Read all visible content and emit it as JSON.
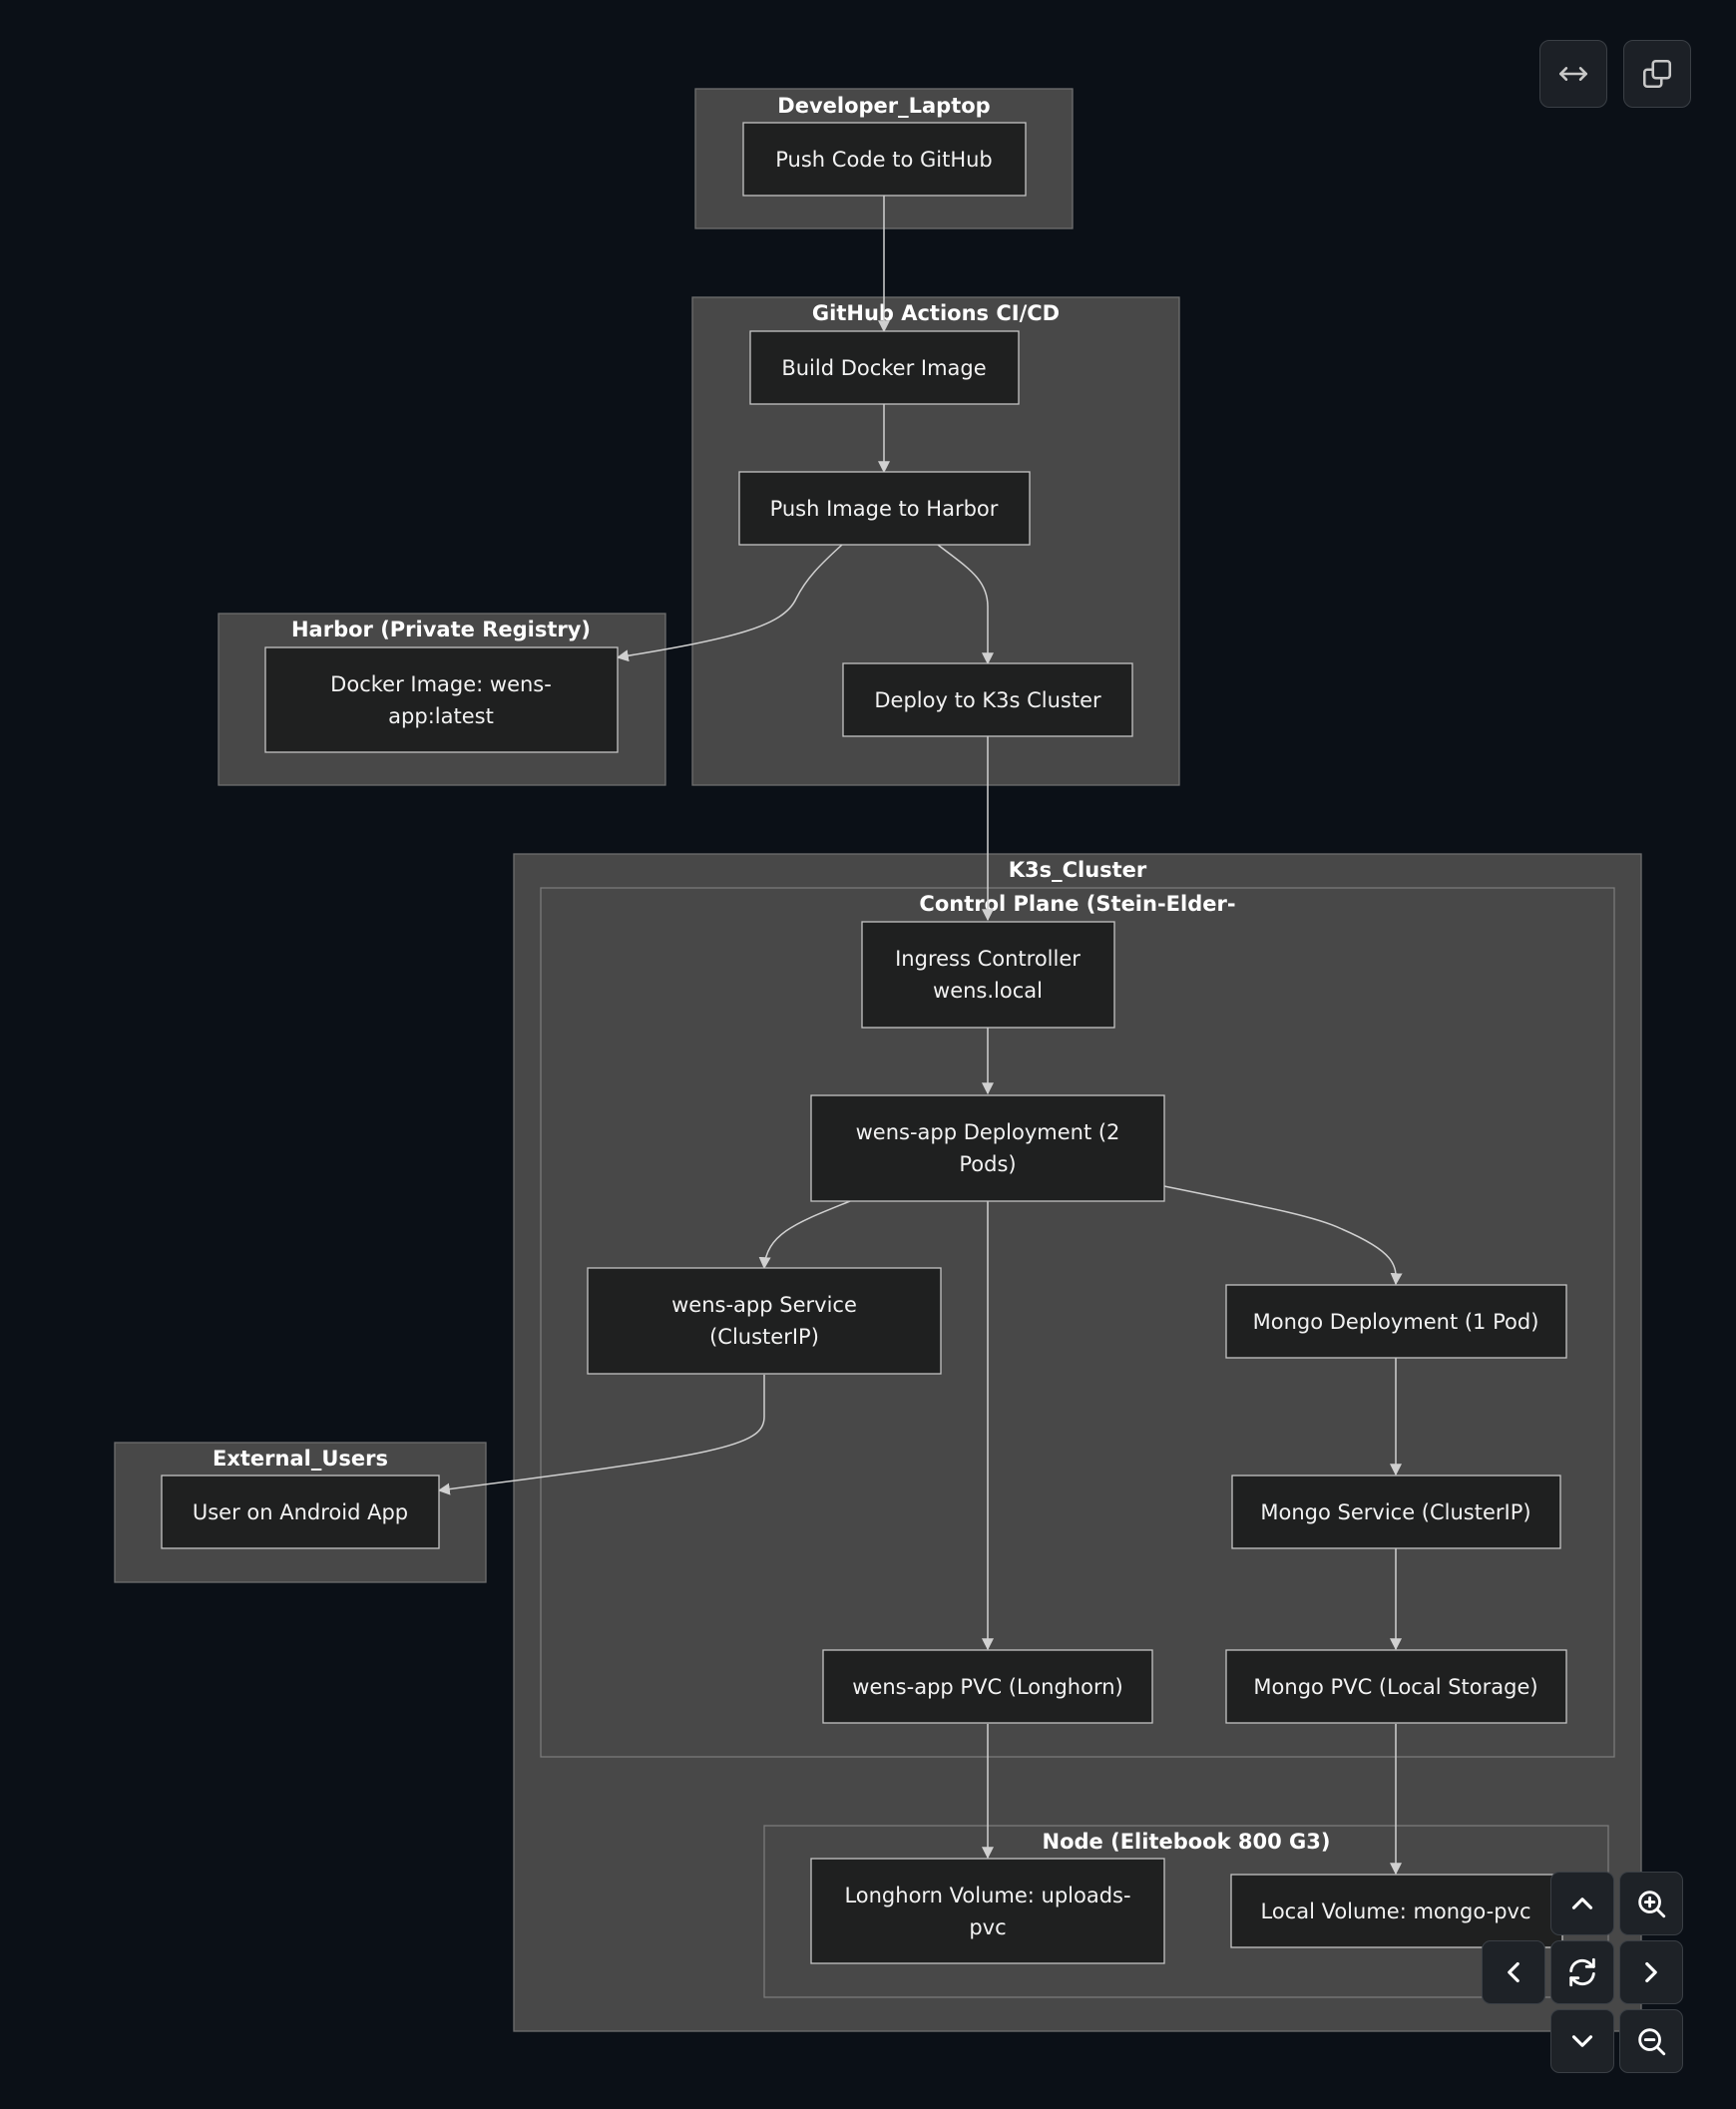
{
  "clusters": {
    "developer_laptop": "Developer_Laptop",
    "github_actions": "GitHub Actions CI/CD",
    "harbor": "Harbor (Private Registry)",
    "k3s_cluster": "K3s_Cluster",
    "control_plane": "Control Plane (Stein-Elder-",
    "node": "Node (Elitebook 800 G3)",
    "external_users": "External_Users"
  },
  "nodes": {
    "push_code": "Push Code to GitHub",
    "build_image": "Build Docker Image",
    "push_image": "Push Image to Harbor",
    "docker_image": [
      "Docker Image: wens-",
      "app:latest"
    ],
    "deploy_k3s": "Deploy to K3s Cluster",
    "ingress": [
      "Ingress Controller",
      "wens.local"
    ],
    "app_deployment": [
      "wens-app Deployment (2",
      "Pods)"
    ],
    "app_service": [
      "wens-app Service",
      "(ClusterIP)"
    ],
    "mongo_deployment": "Mongo Deployment (1 Pod)",
    "mongo_service": "Mongo Service (ClusterIP)",
    "app_pvc": "wens-app PVC (Longhorn)",
    "mongo_pvc": "Mongo PVC (Local Storage)",
    "longhorn_volume": [
      "Longhorn Volume: uploads-",
      "pvc"
    ],
    "local_volume": "Local Volume: mongo-pvc",
    "android_user": "User on Android App"
  },
  "controls": {
    "fit_icon": "fit-width-icon",
    "copy_icon": "copy-icon",
    "up_icon": "chevron-up-icon",
    "down_icon": "chevron-down-icon",
    "left_icon": "chevron-left-icon",
    "right_icon": "chevron-right-icon",
    "reset_icon": "reset-icon",
    "zoom_in_icon": "zoom-in-icon",
    "zoom_out_icon": "zoom-out-icon"
  }
}
